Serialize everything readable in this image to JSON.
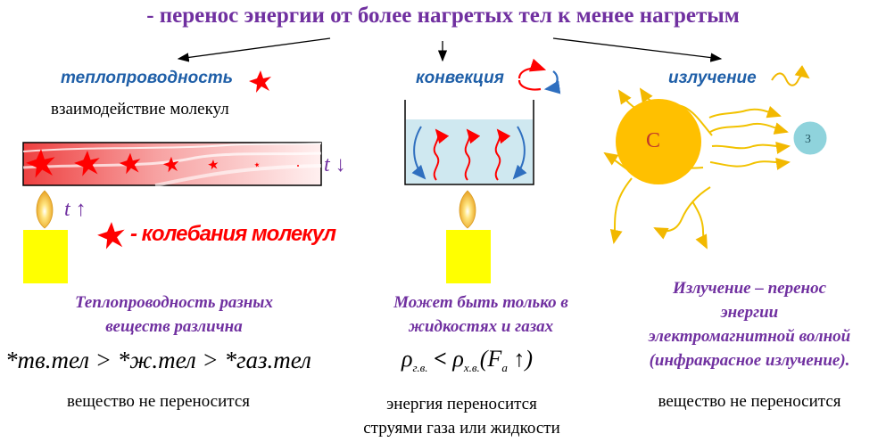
{
  "title": "- перенос энергии от более нагретых тел к менее нагретым",
  "conduction": {
    "name": "теплопроводность",
    "subtitle": "взаимодействие молекул",
    "t_down": "t ↓",
    "t_up": "t ↑",
    "vibration_label": "- колебания молекул",
    "caption_line1": "Теплопроводность разных",
    "caption_line2": "веществ различна",
    "formula": "*тв.тел > *ж.тел > *газ.тел",
    "note": "вещество не переносится"
  },
  "convection": {
    "name": "конвекция",
    "caption_line1": "Может быть только в",
    "caption_line2": "жидкостях и газах",
    "formula_rho1": "ρ",
    "formula_sub1": "г.в.",
    "formula_lt": " < ",
    "formula_rho2": "ρ",
    "formula_sub2": "х.в.",
    "formula_force": "(F",
    "formula_force_sub": "a",
    "formula_end": " ↑)",
    "note_line1": "энергия переносится",
    "note_line2": "струями газа или жидкости"
  },
  "radiation": {
    "name": "излучение",
    "sun_label": "С",
    "earth_label": "З",
    "caption_line1": "Излучение – перенос",
    "caption_line2": "энергии",
    "caption_line3": "электромагнитной волной",
    "caption_line4": "(инфракрасное излучение).",
    "note": "вещество не переносится"
  },
  "colors": {
    "title": "#7030a0",
    "topic": "#1f5fa8",
    "star": "#ff0000",
    "candle": "#ffff00",
    "sun": "#ffc000",
    "earth": "#8fd3dc",
    "ray": "#f2c200"
  }
}
